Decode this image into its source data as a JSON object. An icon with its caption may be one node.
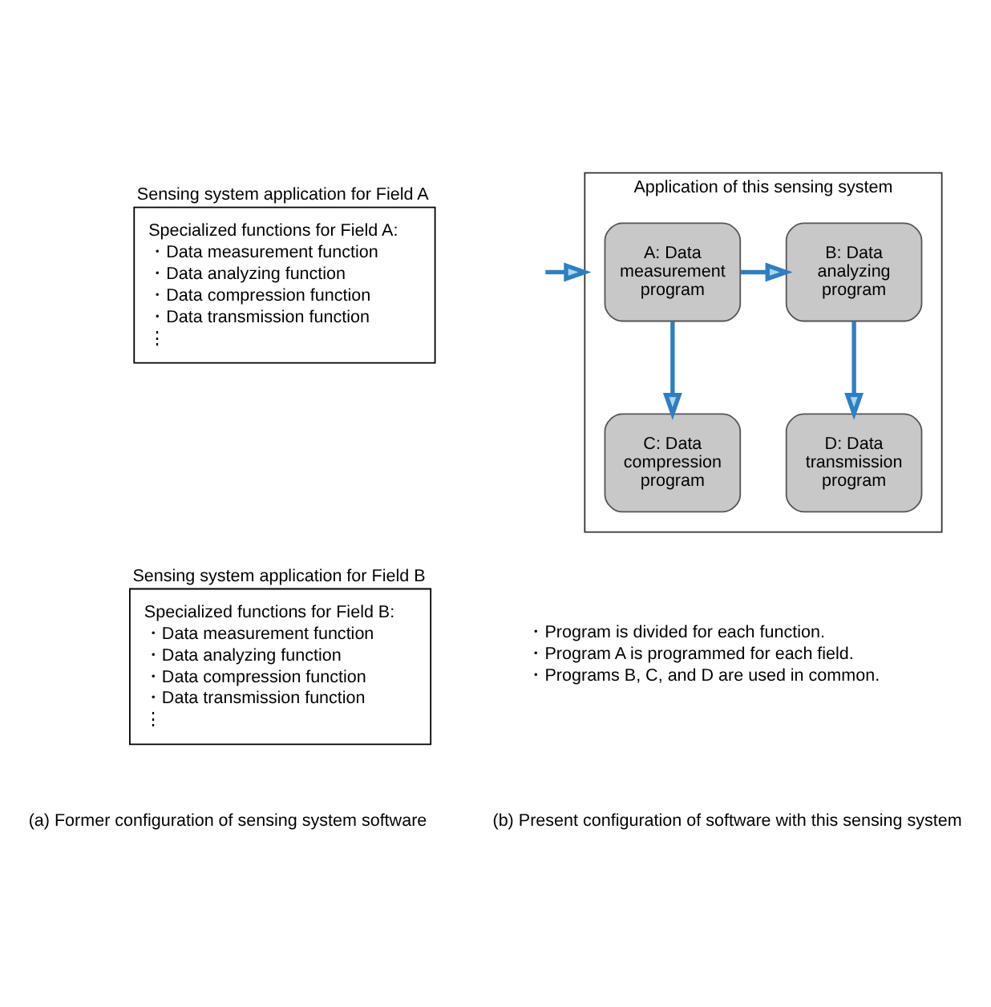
{
  "diagram": {
    "nodes": [
      {
        "text": [
          "Sensing system application for Field A",
          "Specialized functions for Field A:",
          "・Data measurement function",
          "・Data analyzing function",
          "・Data compression function",
          "・Data transmission function",
          "⋮"
        ]
      },
      {
        "text": [
          "Sensing system application for Field B",
          "Specialized functions for Field B:",
          "・Data measurement function",
          "・Data analyzing function",
          "・Data compression function",
          "・Data transmission function",
          "⋮"
        ]
      },
      {
        "text": [
          "Application of this sensing system"
        ]
      },
      {
        "text": [
          "A: Data measurement program"
        ],
        "in": 2
      },
      {
        "text": [
          "B: Data analyzing program"
        ],
        "in": 2
      },
      {
        "text": [
          "C: Data compression program"
        ],
        "in": 2
      },
      {
        "text": [
          "D: Data transmission program"
        ],
        "in": 2
      }
    ],
    "edges": [
      {
        "from": null,
        "to": 2,
        "arrow": "to"
      },
      {
        "from": 3,
        "to": 4,
        "arrow": "to"
      },
      {
        "from": 3,
        "to": 5,
        "arrow": "to"
      },
      {
        "from": 4,
        "to": 6,
        "arrow": "to"
      }
    ],
    "labels": [
      "・Program is divided for each function.",
      "・Program A is programmed for each field.",
      "・Programs B, C, and D are used in common.",
      "(a) Former configuration of sensing system software",
      "(b) Present configuration of software with this sensing system"
    ]
  }
}
